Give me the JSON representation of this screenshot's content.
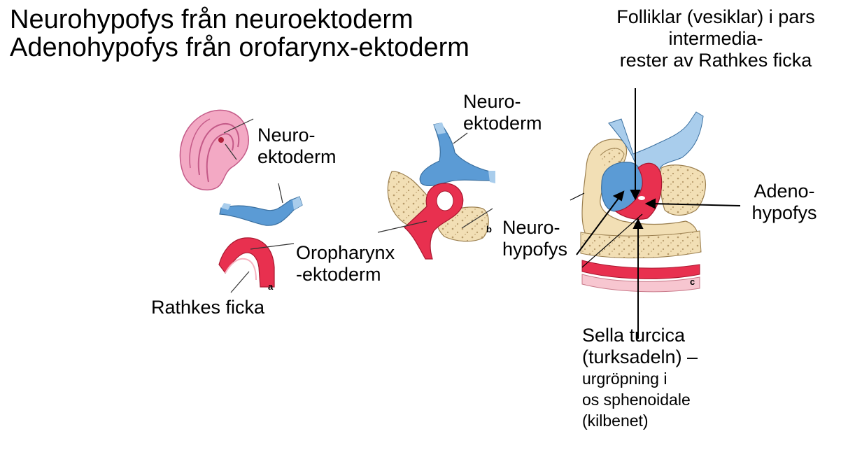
{
  "title": {
    "line1": "Neurohypofys från neuroektoderm",
    "line2": "Adenohypofys från orofarynx-ektoderm"
  },
  "labels": {
    "neuroektoderm_a_1": "Neuro-",
    "neuroektoderm_a_2": "ektoderm",
    "oropharynx_1": "Oropharynx",
    "oropharynx_2": "-ektoderm",
    "rathkes_ficka": "Rathkes ficka",
    "neuroektoderm_b_1": "Neuro-",
    "neuroektoderm_b_2": "ektoderm",
    "neurohypofys_1": "Neuro-",
    "neurohypofys_2": "hypofys",
    "folliklar_1": "Folliklar (vesiklar) i pars",
    "folliklar_2": "intermedia-",
    "folliklar_3": "rester av  Rathkes ficka",
    "adenohypofys_1": "Adeno-",
    "adenohypofys_2": "hypofys",
    "sella_1": "Sella turcica",
    "sella_2": "(turksadeln) –",
    "sella_3": "urgröpning  i",
    "sella_4": "os sphenoidale",
    "sella_5": "(kilbenet)"
  },
  "figure_letters": {
    "a": "a",
    "b": "b",
    "c": "c"
  },
  "colors": {
    "neuroectoderm_blue": "#5b9bd5",
    "neuroectoderm_light": "#a9cdec",
    "oral_red": "#e8304f",
    "embryo_pink": "#f3a9c4",
    "bone_beige": "#f2dfb5",
    "bone_dots": "#b79a6a"
  }
}
